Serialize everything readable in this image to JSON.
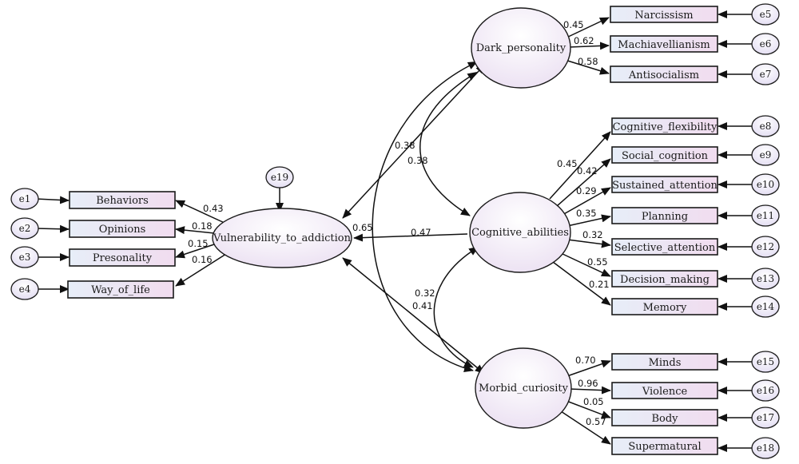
{
  "latents": {
    "vulnerability": "Vulnerability_to_addiction",
    "dark": "Dark_personality",
    "cognitive": "Cognitive_abilities",
    "morbid": "Morbid_curiosity"
  },
  "vulnerability_indicators": [
    {
      "label": "Behaviors",
      "error": "e1",
      "loading": "0.43"
    },
    {
      "label": "Opinions",
      "error": "e2",
      "loading": "0.18"
    },
    {
      "label": "Presonality",
      "error": "e3",
      "loading": "0.15"
    },
    {
      "label": "Way_of_life",
      "error": "e4",
      "loading": "0.16"
    }
  ],
  "vulnerability_error": "e19",
  "dark_indicators": [
    {
      "label": "Narcissism",
      "error": "e5",
      "loading": "0.45"
    },
    {
      "label": "Machiavellianism",
      "error": "e6",
      "loading": "0.62"
    },
    {
      "label": "Antisocialism",
      "error": "e7",
      "loading": "0.58"
    }
  ],
  "cognitive_indicators": [
    {
      "label": "Cognitive_flexibility",
      "error": "e8",
      "loading": "0.45"
    },
    {
      "label": "Social_cognition",
      "error": "e9",
      "loading": "0.42"
    },
    {
      "label": "Sustained_attention",
      "error": "e10",
      "loading": "0.29"
    },
    {
      "label": "Planning",
      "error": "e11",
      "loading": "0.35"
    },
    {
      "label": "Selective_attention",
      "error": "e12",
      "loading": "0.32"
    },
    {
      "label": "Decision_making",
      "error": "e13",
      "loading": "0.55"
    },
    {
      "label": "Memory",
      "error": "e14",
      "loading": "0.21"
    }
  ],
  "morbid_indicators": [
    {
      "label": "Minds",
      "error": "e15",
      "loading": "0.70"
    },
    {
      "label": "Violence",
      "error": "e16",
      "loading": "0.96"
    },
    {
      "label": "Body",
      "error": "e17",
      "loading": "0.05"
    },
    {
      "label": "Supermatural",
      "error": "e18",
      "loading": "0.57"
    }
  ],
  "paths": {
    "dark_to_vulnerability": "0.38",
    "cognitive_to_vulnerability": "0.47",
    "morbid_to_vulnerability": "0.41"
  },
  "covariances": {
    "dark_cognitive": "0.38",
    "dark_morbid": "0.65",
    "cognitive_morbid": "0.32"
  }
}
